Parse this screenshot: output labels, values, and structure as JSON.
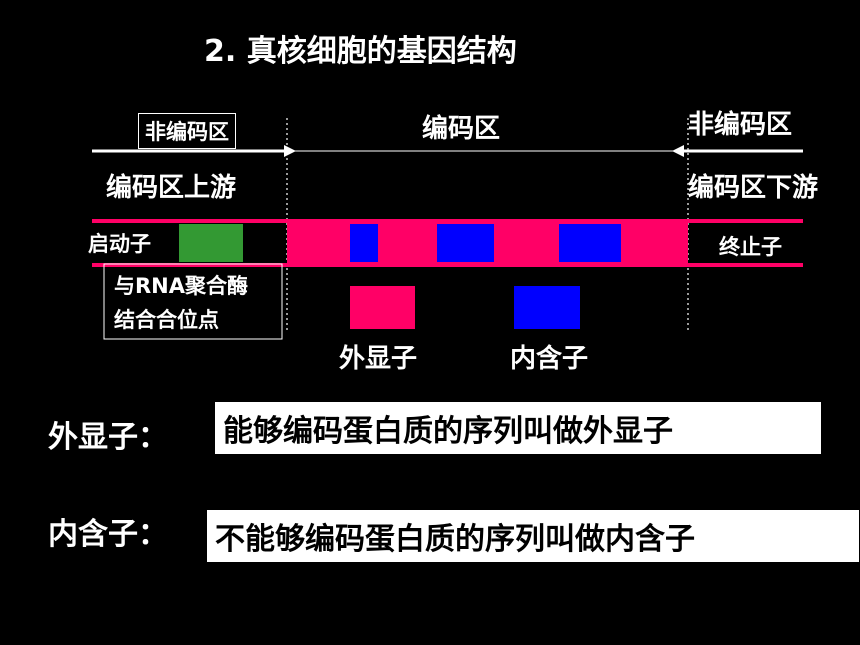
{
  "title": "2. 真核细胞的基因结构",
  "regions": {
    "noncoding_left": "非编码区",
    "coding": "编码区",
    "noncoding_right": "非编码区",
    "upstream": "编码区上游",
    "downstream": "编码区下游"
  },
  "elements": {
    "promoter": "启动子",
    "terminator": "终止子",
    "rna_pol_site_line1": "与RNA聚合酶",
    "rna_pol_site_line2": "结合合位点"
  },
  "legend": {
    "exon": "外显子",
    "intron": "内含子"
  },
  "definitions": {
    "exon_term": "外显子：",
    "exon_text": "能够编码蛋白质的序列叫做外显子",
    "intron_term": "内含子：",
    "intron_text": "不能够编码蛋白质的序列叫做内含子"
  },
  "colors": {
    "exon": "#ff0066",
    "intron": "#0000ff",
    "promoter": "#339933",
    "background": "#000000"
  }
}
